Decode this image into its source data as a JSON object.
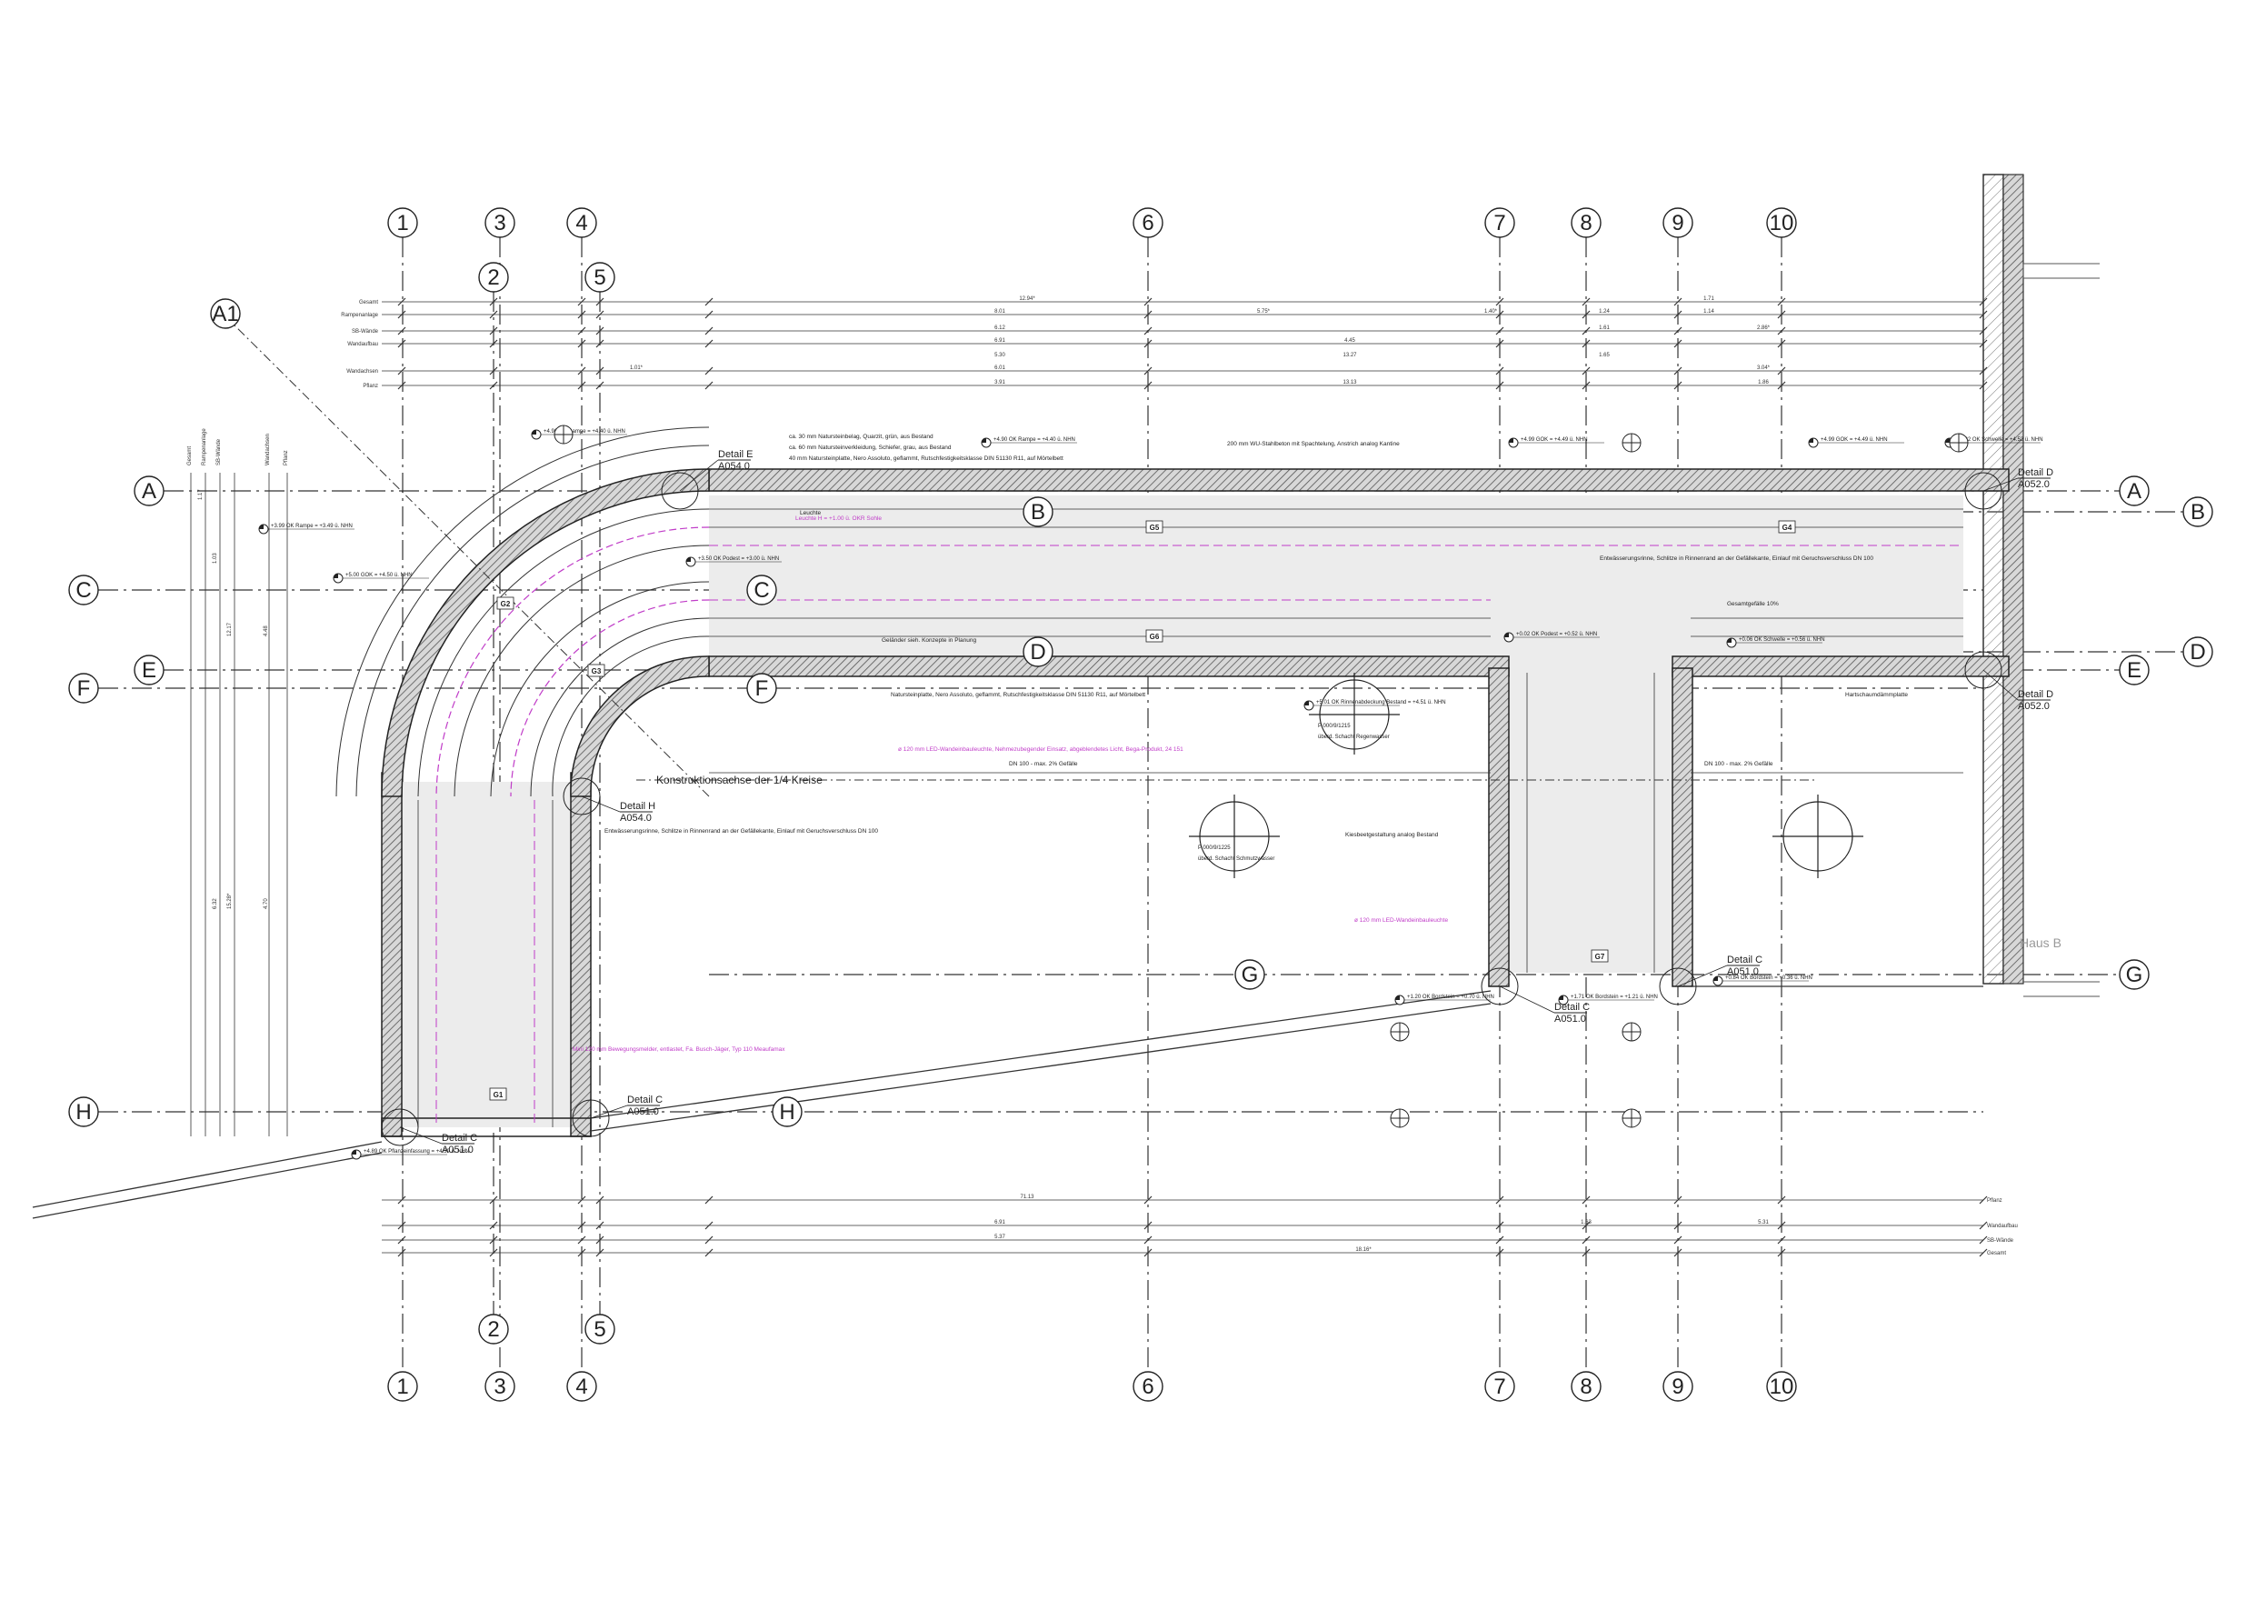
{
  "axes": {
    "vertical_numbers": [
      "1",
      "2",
      "3",
      "4",
      "5",
      "6",
      "7",
      "8",
      "9",
      "10"
    ],
    "row_letters": [
      "A",
      "A1",
      "B",
      "C",
      "D",
      "E",
      "F",
      "G",
      "H"
    ]
  },
  "dimension_rows": {
    "top_labels": [
      "Gesamt",
      "Rampenanlage",
      "SB-Wände",
      "Wandaufbau",
      "Wandachsen",
      "Pflanz"
    ],
    "bottom_labels": [
      "Pflanz",
      "Wandaufbau",
      "SB-Wände",
      "Gesamt"
    ],
    "left_labels": [
      "Gesamt",
      "Rampenanlage",
      "SB-Wände",
      "Wandachsen",
      "Pflanz"
    ],
    "top_values": [
      "12.94*",
      "8.01",
      "5.75*",
      "1.40*",
      "1.24",
      "1.14",
      "6.12",
      "1.61",
      "2.86*",
      "4.45",
      "6.91",
      "6.01",
      "5.30",
      "1.65",
      "3.04*",
      "13.27",
      "1.01*",
      "3.91",
      "1.71",
      "1.86",
      "13.13"
    ],
    "bottom_values": [
      "71.13",
      "6.91",
      "1.63",
      "5.31",
      "5.37",
      "18.16*"
    ],
    "left_values": [
      "1.17",
      "1.03",
      "12.17",
      "4.48",
      "15.28*",
      "6.32",
      "4.70"
    ]
  },
  "details": [
    {
      "title": "Detail E",
      "ref": "A054.0"
    },
    {
      "title": "Detail D",
      "ref": "A052.0"
    },
    {
      "title": "Detail D",
      "ref": "A052.0"
    },
    {
      "title": "Detail H",
      "ref": "A054.0"
    },
    {
      "title": "Detail C",
      "ref": "A051.0"
    },
    {
      "title": "Detail C",
      "ref": "A051.0"
    },
    {
      "title": "Detail C",
      "ref": "A051.0"
    },
    {
      "title": "Detail C",
      "ref": "A051.0"
    }
  ],
  "construction_axis_label": "Konstruktionsachse der 1/4 Kreise",
  "building_label": "Haus B",
  "levels": [
    "+4.90 OK Rampe = +4.40 ü. NHN",
    "+4.90 OK Rampe = +4.40 ü. NHN",
    "+4.99 GOK = +4.49 ü. NHN",
    "+4.99 GOK = +4.49 ü. NHN",
    "+5.02 OK Schwelle = +4.52 ü. NHN",
    "+3.99 OK Rampe = +3.49 ü. NHN",
    "+3.50 OK Podest = +3.00 ü. NHN",
    "+5.00 GOK = +4.50 ü. NHN",
    "+0.02 OK Podest = +0.52 ü. NHN",
    "+0.06 OK Schwelle = +0.56 ü. NHN",
    "+1.20 OK Bordstein = +0.70 ü. NHN",
    "+1.71 OK Bordstein = +1.21 ü. NHN",
    "+0.84 OK Bordstein = +0.36 ü. NHN",
    "+4.89 OK Pflanzeinfassung = +4.39 ü. NHN",
    "+5.01 OK Rinnenabdeckung Bestand = +4.51 ü. NHN"
  ],
  "wall_notes": [
    "ca. 30 mm Natursteinbelag, Quarzit, grün, aus Bestand",
    "ca. 60 mm Natursteinverkleidung, Schiefer, grau, aus Bestand",
    "40 mm Natursteinplatte, Nero Assoluto, geflammt, Rutschfestigkeitsklasse DIN 51130 R11, auf Mörtelbett",
    "200 mm WU-Stahlbeton mit Spachtelung, Anstrich analog Kantine",
    "Natursteinplatte, Nero Assoluto, geflammt, Rutschfestigkeitsklasse DIN 51130 R11, auf Mörtelbett",
    "Kiesbeetgestaltung analog Bestand",
    "Entwässerungsrinne, Schlitze in Rinnenrand an der Gefällekante, Einlauf mit Geruchsverschluss DN 100",
    "Entwässerungsrinne, Schlitze in Rinnenrand an der Gefällekante, Einlauf mit Geruchsverschluss DN 100",
    "Geländer sieh. Konzepte in Planung",
    "Hartschaumdämmplatte",
    "Gesamtgefälle 10%",
    "DN 100 - max. 2% Gefälle",
    "DN 100 - max. 2% Gefälle",
    "Leuchte"
  ],
  "magenta_notes": [
    "ø 120 mm LED-Wandeinbauleuchte, Nehmezubegender Einsatz, abgeblendetes Licht, Bega-Produkt, 24 151",
    "Leuchte H = +1.00 ü. OKR Sohle",
    "Mini 120 mm Bewegungsmelder, entlastet, Fa. Busch-Jäger, Typ 110 Meaufamax",
    "ø 120 mm LED-Wandeinbauleuchte"
  ],
  "drain_labels": [
    "P 000/9/1215",
    "P 000/9/1225",
    "überd. Schacht Regenwasser",
    "überd. Schacht Schmutzwasser"
  ],
  "markers": [
    "G1",
    "G2",
    "G3",
    "G4",
    "G5",
    "G6",
    "G7"
  ],
  "colors": {
    "line": "#222222",
    "magenta": "#c03cc8",
    "hatch": "#888888",
    "fill": "#ececec"
  }
}
